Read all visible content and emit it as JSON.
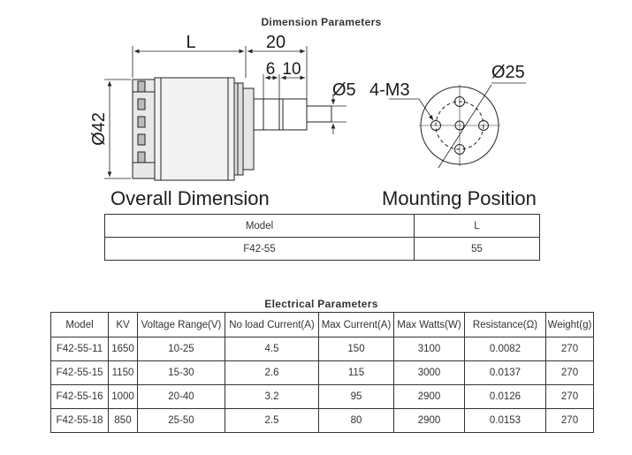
{
  "dimension_title": "Dimension Parameters",
  "drawing": {
    "dim_L": "L",
    "dim_20": "20",
    "dim_6": "6",
    "dim_10": "10",
    "dim_shaft": "Ø5",
    "dim_diameter": "Ø42",
    "dim_holes": "4-M3",
    "dim_bolt_circle": "Ø25"
  },
  "captions": {
    "overall": "Overall Dimension",
    "mounting": "Mounting Position"
  },
  "model_table": {
    "headers": [
      "Model",
      "L"
    ],
    "rows": [
      [
        "F42-55",
        "55"
      ]
    ]
  },
  "electrical_title": "Electrical Parameters",
  "electrical_table": {
    "headers": [
      "Model",
      "KV",
      "Voltage Range(V)",
      "No load Current(A)",
      "Max Current(A)",
      "Max Watts(W)",
      "Resistance(Ω)",
      "Weight(g)"
    ],
    "rows": [
      [
        "F42-55-11",
        "1650",
        "10-25",
        "4.5",
        "150",
        "3100",
        "0.0082",
        "270"
      ],
      [
        "F42-55-15",
        "1150",
        "15-30",
        "2.6",
        "115",
        "3000",
        "0.0137",
        "270"
      ],
      [
        "F42-55-16",
        "1000",
        "20-40",
        "3.2",
        "95",
        "2900",
        "0.0126",
        "270"
      ],
      [
        "F42-55-18",
        "850",
        "25-50",
        "2.5",
        "80",
        "2900",
        "0.0153",
        "270"
      ]
    ]
  }
}
